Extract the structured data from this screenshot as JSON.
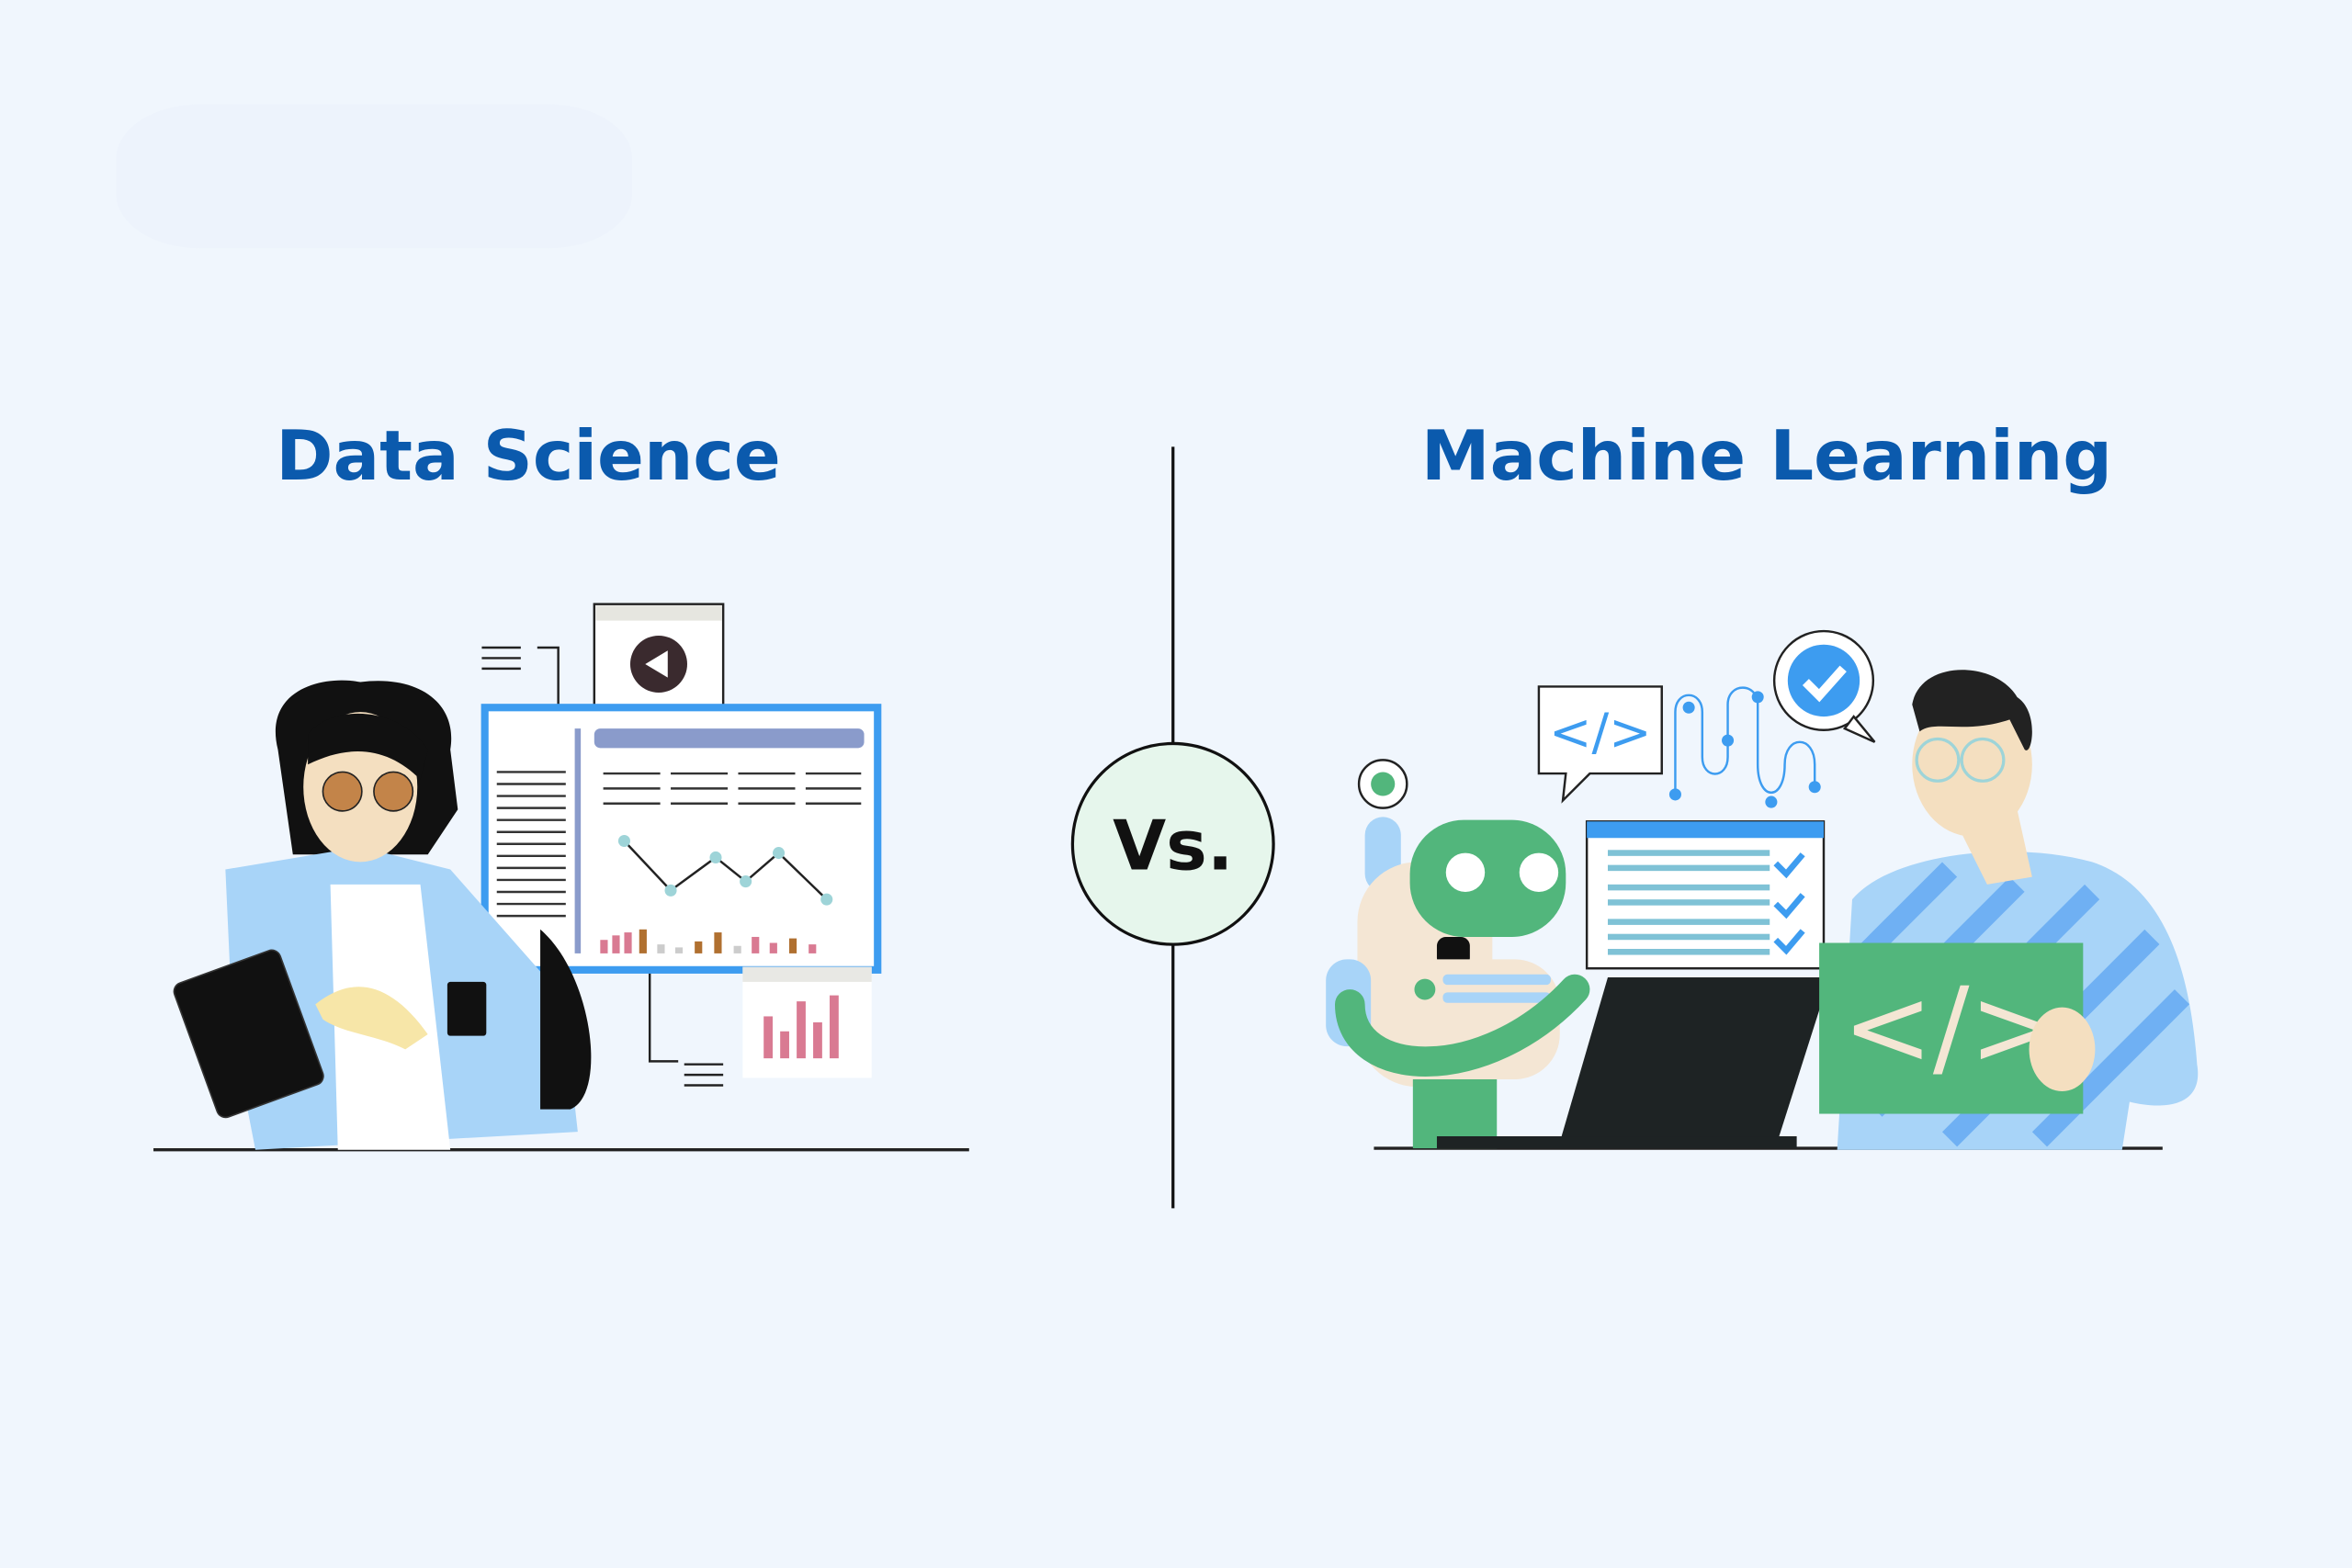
{
  "left": {
    "title": "Data Science"
  },
  "right": {
    "title": "Machine Learning"
  },
  "divider": {
    "label": "Vs."
  },
  "colors": {
    "background": "#f0f6fd",
    "title": "#0b5aad",
    "vs_circle": "#e6f6ec",
    "robot_green": "#52b67c",
    "screen_blue": "#3d9cf0"
  },
  "icons": [
    "back-arrow-icon",
    "code-icon",
    "checkmark-badge-icon",
    "checkmark-icon",
    "location-pin-icon"
  ]
}
